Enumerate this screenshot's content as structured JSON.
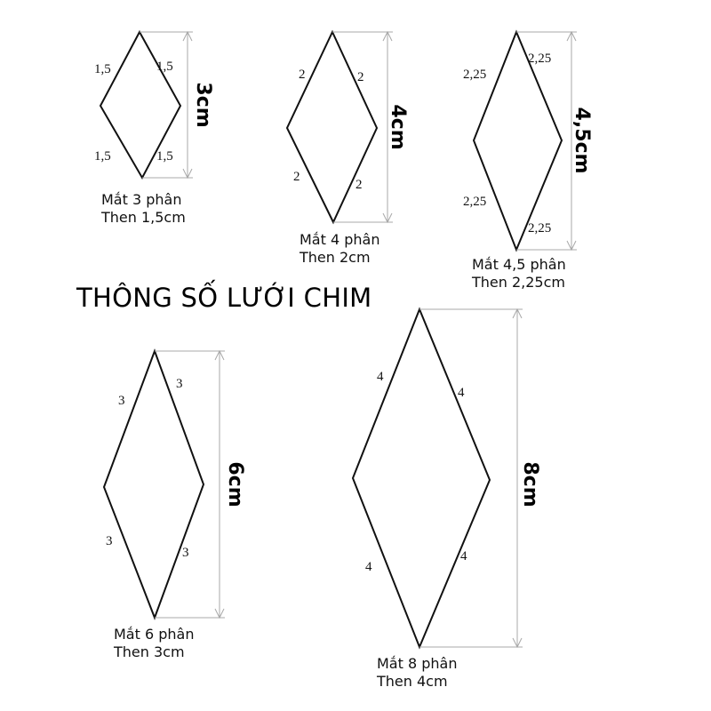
{
  "title": "THÔNG SỐ LƯỚI CHIM",
  "colors": {
    "outline": "#111111",
    "dimension_line": "#a8a8a8",
    "text": "#111111"
  },
  "diamonds": [
    {
      "id": "d3",
      "height_label": "3cm",
      "edge_labels": [
        "1,5",
        "1,5",
        "1,5",
        "1,5"
      ],
      "caption": [
        "Mắt 3 phân",
        "Then 1,5cm"
      ]
    },
    {
      "id": "d4",
      "height_label": "4cm",
      "edge_labels": [
        "2",
        "2",
        "2",
        "2"
      ],
      "caption": [
        "Mắt 4 phân",
        "Then 2cm"
      ]
    },
    {
      "id": "d45",
      "height_label": "4,5cm",
      "edge_labels": [
        "2,25",
        "2,25",
        "2,25",
        "2,25"
      ],
      "caption": [
        "Mắt 4,5 phân",
        "Then 2,25cm"
      ]
    },
    {
      "id": "d6",
      "height_label": "6cm",
      "edge_labels": [
        "3",
        "3",
        "3",
        "3"
      ],
      "caption": [
        "Mắt 6 phân",
        "Then 3cm"
      ]
    },
    {
      "id": "d8",
      "height_label": "8cm",
      "edge_labels": [
        "4",
        "4",
        "4",
        "4"
      ],
      "caption": [
        "Mắt 8 phân",
        "Then 4cm"
      ]
    }
  ]
}
